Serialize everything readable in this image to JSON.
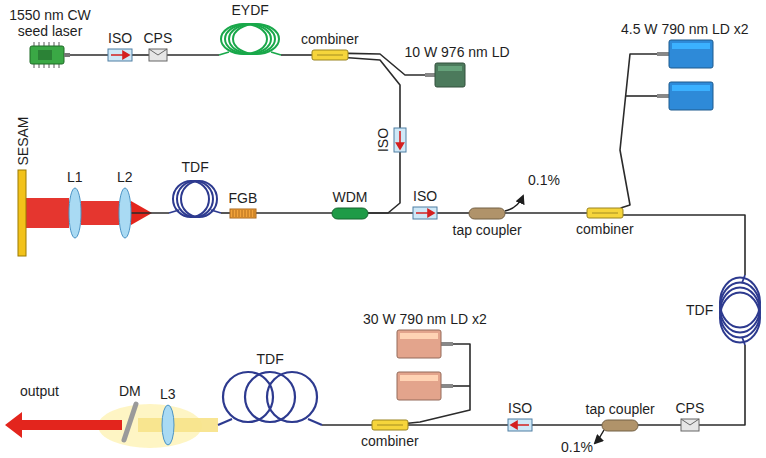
{
  "diagram": {
    "nodes": [
      {
        "text": [
          "1550 nm CW seed laser"
        ]
      },
      {
        "text": [
          "ISO"
        ]
      },
      {
        "text": [
          "CPS"
        ]
      },
      {
        "text": [
          "EYDF"
        ]
      },
      {
        "text": [
          "combiner"
        ]
      },
      {
        "text": [
          "10 W 976 nm LD"
        ]
      },
      {
        "text": [
          "ISO"
        ]
      },
      {
        "text": [
          "SESAM"
        ]
      },
      {
        "text": [
          "L1"
        ]
      },
      {
        "text": [
          "L2"
        ]
      },
      {
        "text": [
          "TDF"
        ]
      },
      {
        "text": [
          "FGB"
        ]
      },
      {
        "text": [
          "WDM"
        ]
      },
      {
        "text": [
          "ISO"
        ]
      },
      {
        "text": [
          "tap coupler"
        ]
      },
      {
        "text": [
          "combiner"
        ]
      },
      {
        "text": [
          "4.5 W 790 nm LD x2"
        ]
      },
      {
        "text": [
          "TDF"
        ]
      },
      {
        "text": [
          "CPS"
        ]
      },
      {
        "text": [
          "tap coupler"
        ]
      },
      {
        "text": [
          "ISO"
        ]
      },
      {
        "text": [
          "combiner"
        ]
      },
      {
        "text": [
          "30 W 790 nm LD x2"
        ]
      },
      {
        "text": [
          "TDF"
        ]
      },
      {
        "text": [
          "L3"
        ]
      },
      {
        "text": [
          "DM"
        ]
      }
    ],
    "edges": [
      {
        "from": 0,
        "to": 1,
        "arrow": "none"
      },
      {
        "from": 1,
        "to": 2,
        "arrow": "none"
      },
      {
        "from": 2,
        "to": 3,
        "arrow": "none"
      },
      {
        "from": 3,
        "to": 4,
        "arrow": "none"
      },
      {
        "from": 5,
        "to": 4,
        "arrow": "none"
      },
      {
        "from": 4,
        "to": 6,
        "arrow": "none"
      },
      {
        "from": 6,
        "to": 12,
        "arrow": "none"
      },
      {
        "from": 7,
        "to": 8,
        "arrow": "none"
      },
      {
        "from": 8,
        "to": 9,
        "arrow": "none"
      },
      {
        "from": 9,
        "to": 10,
        "arrow": "none"
      },
      {
        "from": 10,
        "to": 11,
        "arrow": "none"
      },
      {
        "from": 11,
        "to": 12,
        "arrow": "none"
      },
      {
        "from": 12,
        "to": 13,
        "arrow": "none"
      },
      {
        "from": 13,
        "to": 14,
        "arrow": "none"
      },
      {
        "from": 14,
        "to": 15,
        "arrow": "none"
      },
      {
        "from": 16,
        "to": 15,
        "arrow": "none"
      },
      {
        "from": 15,
        "to": 17,
        "arrow": "none"
      },
      {
        "from": 17,
        "to": 18,
        "arrow": "none"
      },
      {
        "from": 18,
        "to": 19,
        "arrow": "none"
      },
      {
        "from": 19,
        "to": 20,
        "arrow": "none"
      },
      {
        "from": 20,
        "to": 21,
        "arrow": "none"
      },
      {
        "from": 22,
        "to": 21,
        "arrow": "none"
      },
      {
        "from": 21,
        "to": 23,
        "arrow": "none"
      },
      {
        "from": 23,
        "to": 24,
        "arrow": "none"
      },
      {
        "from": 24,
        "to": 25,
        "arrow": "none"
      }
    ],
    "labels": [
      "0.1%",
      "0.1%",
      "output"
    ]
  }
}
